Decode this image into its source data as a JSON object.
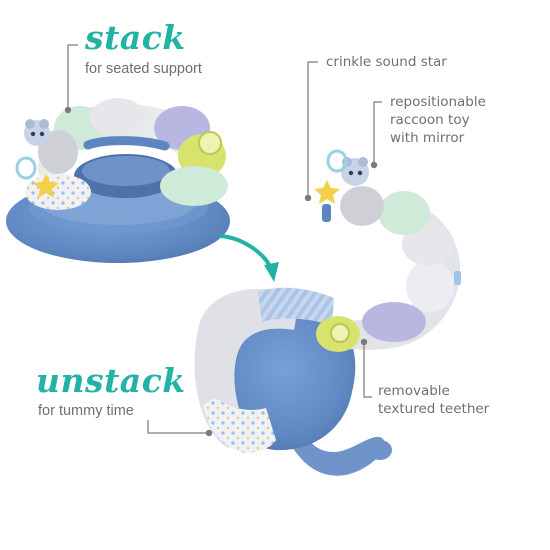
{
  "stack": {
    "title": "stack",
    "subtitle": "for seated support"
  },
  "unstack": {
    "title": "unstack",
    "subtitle": "for tummy time"
  },
  "callouts": {
    "crinkle": "crinkle sound star",
    "raccoon_line1": "repositionable",
    "raccoon_line2": "raccoon toy",
    "raccoon_line3": "with mirror",
    "teether_line1": "removable",
    "teether_line2": "textured teether"
  },
  "colors": {
    "headline": "#22b2a6",
    "text": "#6f6f6f",
    "leader": "#7a7a7a",
    "arrow": "#22b2a6",
    "denim": "#5c86c0",
    "mint": "#cfead8",
    "lavender": "#a9a9d8",
    "lime": "#d8e36a",
    "gray": "#cfd0d6"
  }
}
